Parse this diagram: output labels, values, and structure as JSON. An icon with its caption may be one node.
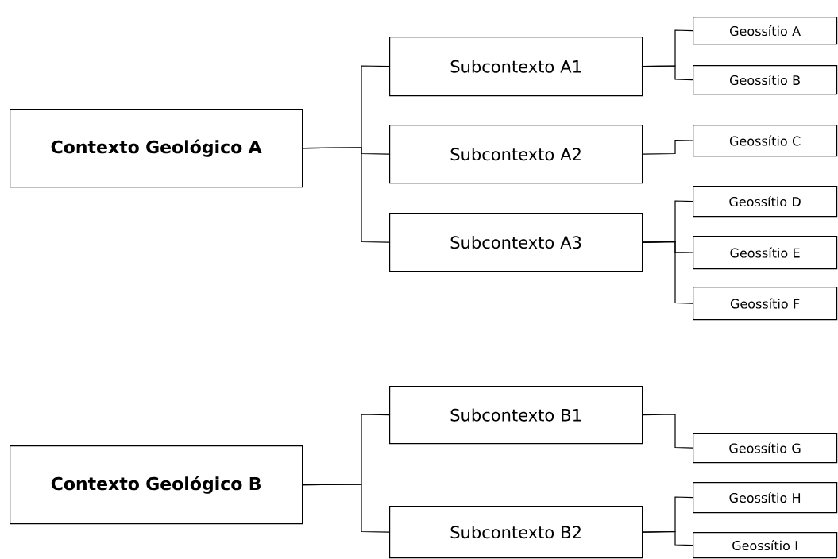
{
  "diagram": {
    "nodes": [
      {
        "text": [
          "Contexto Geológico A"
        ]
      },
      {
        "text": [
          "Subcontexto A1"
        ]
      },
      {
        "text": [
          "Subcontexto A2"
        ]
      },
      {
        "text": [
          "Subcontexto A3"
        ]
      },
      {
        "text": [
          "Geossítio A"
        ]
      },
      {
        "text": [
          "Geossítio B"
        ]
      },
      {
        "text": [
          "Geossítio C"
        ]
      },
      {
        "text": [
          "Geossítio D"
        ]
      },
      {
        "text": [
          "Geossítio E"
        ]
      },
      {
        "text": [
          "Geossítio F"
        ]
      },
      {
        "text": [
          "Contexto Geológico B"
        ]
      },
      {
        "text": [
          "Subcontexto B1"
        ]
      },
      {
        "text": [
          "Subcontexto B2"
        ]
      },
      {
        "text": [
          "Geossítio G"
        ]
      },
      {
        "text": [
          "Geossítio H"
        ]
      },
      {
        "text": [
          "Geossítio I"
        ]
      }
    ],
    "edges": [
      {
        "from": 0,
        "to": 1,
        "arrow": "none"
      },
      {
        "from": 0,
        "to": 2,
        "arrow": "none"
      },
      {
        "from": 0,
        "to": 3,
        "arrow": "none"
      },
      {
        "from": 1,
        "to": 4,
        "arrow": "none"
      },
      {
        "from": 1,
        "to": 5,
        "arrow": "none"
      },
      {
        "from": 2,
        "to": 6,
        "arrow": "none"
      },
      {
        "from": 3,
        "to": 7,
        "arrow": "none"
      },
      {
        "from": 3,
        "to": 8,
        "arrow": "none"
      },
      {
        "from": 3,
        "to": 9,
        "arrow": "none"
      },
      {
        "from": 10,
        "to": 11,
        "arrow": "none"
      },
      {
        "from": 10,
        "to": 12,
        "arrow": "none"
      },
      {
        "from": 11,
        "to": 13,
        "arrow": "none"
      },
      {
        "from": 12,
        "to": 14,
        "arrow": "none"
      },
      {
        "from": 12,
        "to": 15,
        "arrow": "none"
      }
    ]
  }
}
